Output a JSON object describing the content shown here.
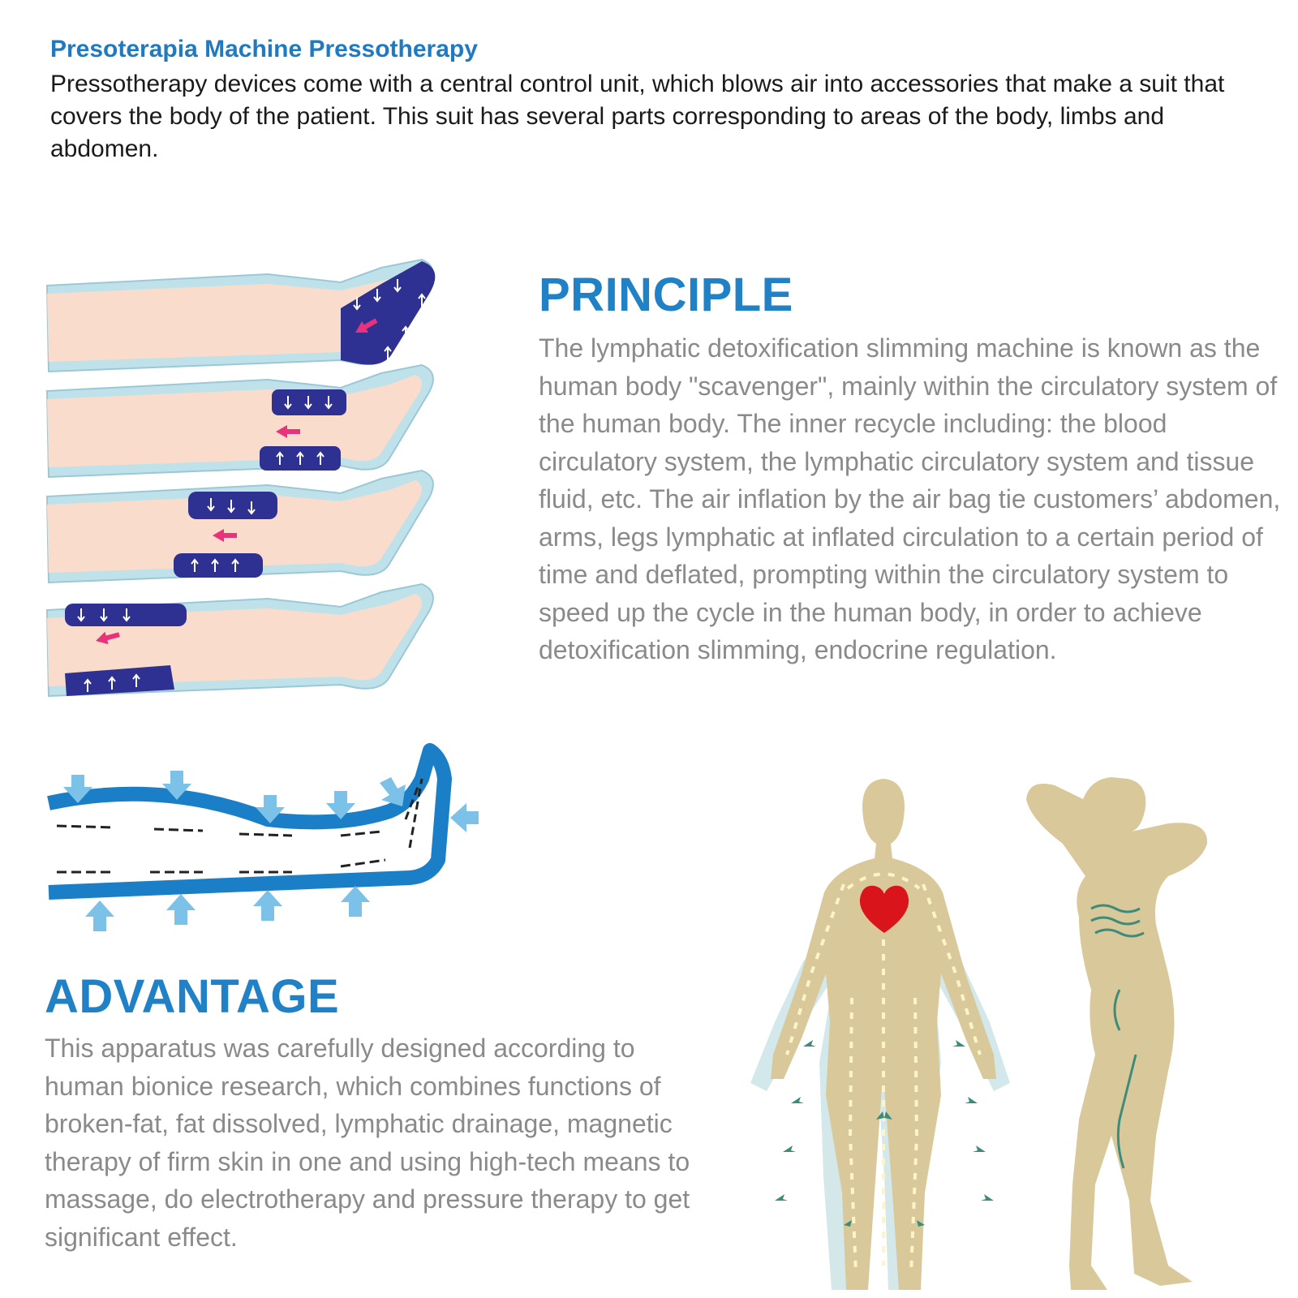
{
  "header": {
    "title": "Presoterapia Machine Pressotherapy",
    "intro": "Pressotherapy devices come with a central control unit, which blows air into accessories that make a suit that covers the body of the patient. This suit has several parts corresponding to areas of the body, limbs and abdomen."
  },
  "principle": {
    "heading": "PRINCIPLE",
    "text": "The lymphatic detoxification slimming machine is known as the human body \"scavenger\", mainly within the circulatory system of the human body. The inner recycle including: the blood circulatory system, the lymphatic circulatory system and tissue fluid, etc. The air inflation by the air bag tie customers’ abdomen, arms, legs lymphatic at inflated circulation to a certain period of time and deflated, prompting within the circulatory system to speed up the cycle in the human body, in order to achieve detoxification slimming, endocrine regulation."
  },
  "advantage": {
    "heading": "ADVANTAGE",
    "text": "This apparatus was carefully designed according to human bionice research, which combines functions of broken-fat, fat dissolved, lymphatic drainage, magnetic therapy of firm skin in one and using high-tech means to massage, do electrotherapy and pressure therapy to get significant effect."
  },
  "colors": {
    "title_blue": "#1f7ac2",
    "heading_blue": "#2181c6",
    "body_gray": "#8a8a8a",
    "skin": "#f9dccb",
    "skin_figure": "#d9c99a",
    "cuff_dark": "#2e3191",
    "cuff_light": "#bfe2ea",
    "leg_outline_blue": "#1b7fc8",
    "arrow_light_blue": "#7cc1e8",
    "arrow_pink": "#e8327c",
    "heart_red": "#d9141b",
    "lymph_green": "#3d8b7a"
  },
  "icons": [
    "down-arrow-icon",
    "up-arrow-icon",
    "left-arrow-icon",
    "heart-icon"
  ]
}
